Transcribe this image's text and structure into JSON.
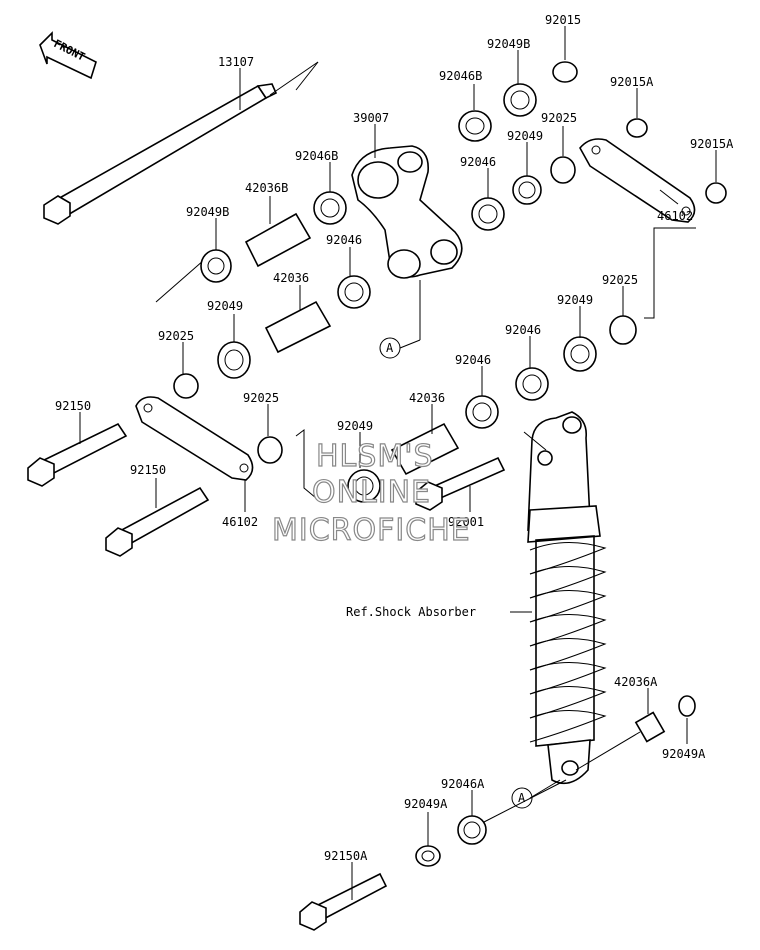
{
  "front_label": "FRONT",
  "watermark": [
    "HLSM'S",
    "ONLINE",
    "MICROFICHE"
  ],
  "reference_label": "Ref.Shock Absorber",
  "connector_letter": "A",
  "parts": {
    "p13107": "13107",
    "p39007": "39007",
    "p92015_top": "92015",
    "p92049B_top": "92049B",
    "p92046B_top": "92046B",
    "p92015A_1": "92015A",
    "p92025_top": "92025",
    "p92049_top": "92049",
    "p92046_top": "92046",
    "p92015A_2": "92015A",
    "p46102_right": "46102",
    "p92046B_mid": "92046B",
    "p42036B": "42036B",
    "p92049B_left": "92049B",
    "p42036_mid": "42036",
    "p92046_mid": "92046",
    "p92049_left": "92049",
    "p92025_left": "92025",
    "p92025_right": "92025",
    "p92049_right": "92049",
    "p92046_right2": "92046",
    "p92046_right1": "92046",
    "p42036_low": "42036",
    "p92049_low": "92049",
    "p92150_1": "92150",
    "p92025_low": "92025",
    "p92150_2": "92150",
    "p46102_left": "46102",
    "p92001": "92001",
    "p42036A": "42036A",
    "p92049A_right": "92049A",
    "p92046A": "92046A",
    "p92049A_left": "92049A",
    "p92150A": "92150A"
  }
}
